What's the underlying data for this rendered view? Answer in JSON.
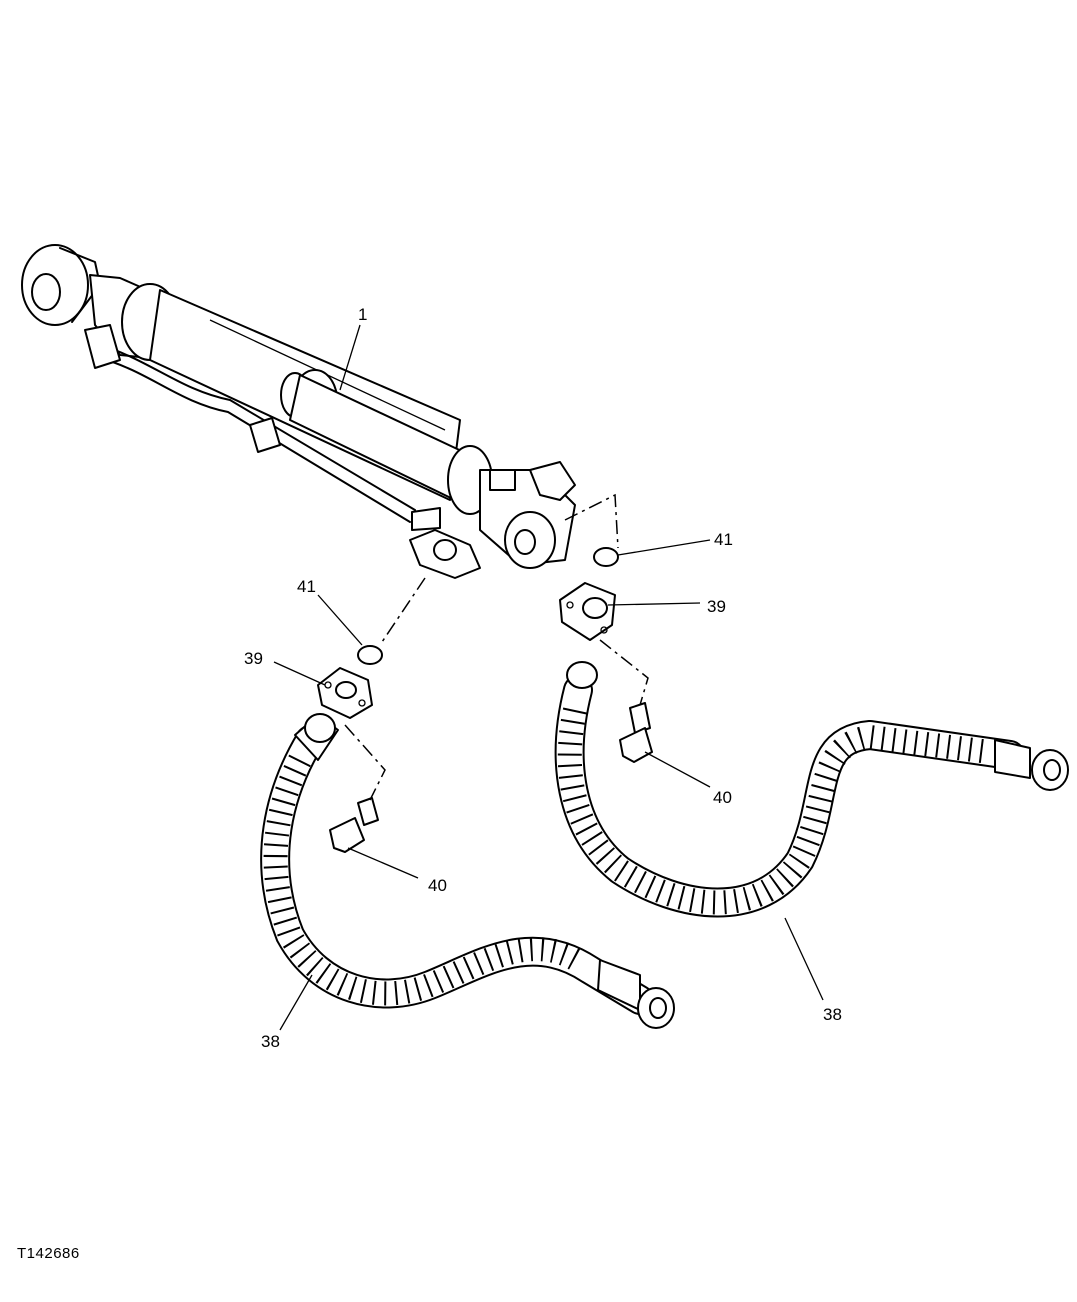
{
  "diagram": {
    "figure_id": "T142686",
    "callouts": [
      {
        "id": "c1",
        "label": "1"
      },
      {
        "id": "c41a",
        "label": "41"
      },
      {
        "id": "c39a",
        "label": "39"
      },
      {
        "id": "c40a",
        "label": "40"
      },
      {
        "id": "c38a",
        "label": "38"
      },
      {
        "id": "c41b",
        "label": "41"
      },
      {
        "id": "c39b",
        "label": "39"
      },
      {
        "id": "c40b",
        "label": "40"
      },
      {
        "id": "c38b",
        "label": "38"
      }
    ]
  }
}
